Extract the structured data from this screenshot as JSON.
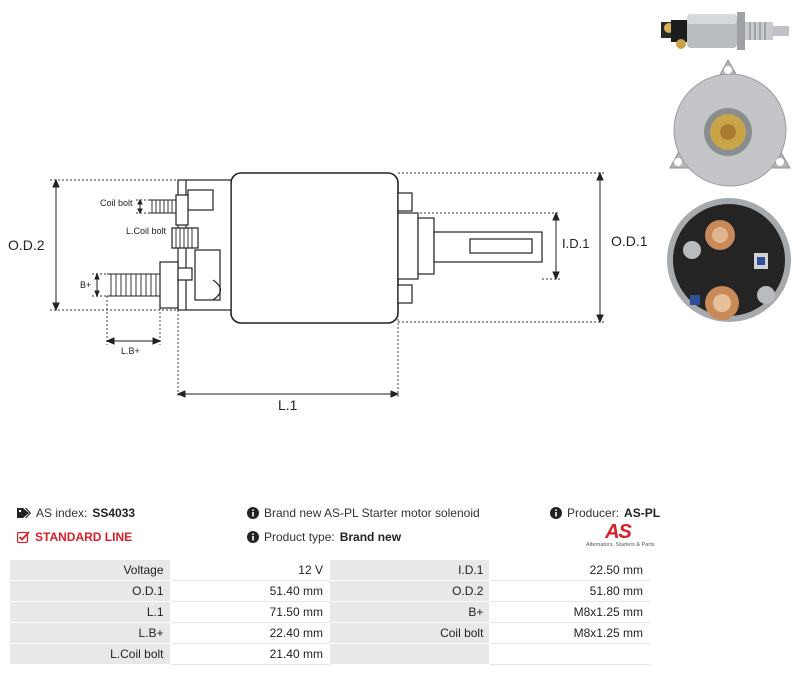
{
  "drawing": {
    "dim_labels": {
      "od2": "O.D.2",
      "od1": "O.D.1",
      "id1": "I.D.1",
      "l1": "L.1",
      "coil_bolt": "Coil bolt",
      "l_coil_bolt": "L.Coil bolt",
      "b_plus": "B+",
      "l_b_plus": "L.B+"
    }
  },
  "info": {
    "as_index_label": "AS index:",
    "as_index_value": "SS4033",
    "line_label": "STANDARD LINE",
    "description": "Brand new AS-PL Starter motor solenoid",
    "product_type_label": "Product type:",
    "product_type_value": "Brand new",
    "producer_label": "Producer:",
    "producer_value": "AS-PL"
  },
  "logo": {
    "mark": "AS",
    "tagline": "Alternators, Starters & Parts",
    "color": "#d8202a"
  },
  "specs": [
    [
      {
        "label": "Voltage",
        "value": "12 V"
      },
      {
        "label": "I.D.1",
        "value": "22.50 mm"
      }
    ],
    [
      {
        "label": "O.D.1",
        "value": "51.40 mm"
      },
      {
        "label": "O.D.2",
        "value": "51.80 mm"
      }
    ],
    [
      {
        "label": "L.1",
        "value": "71.50 mm"
      },
      {
        "label": "B+",
        "value": "M8x1.25 mm"
      }
    ],
    [
      {
        "label": "L.B+",
        "value": "22.40 mm"
      },
      {
        "label": "Coil bolt",
        "value": "M8x1.25 mm"
      }
    ],
    [
      {
        "label": "L.Coil bolt",
        "value": "21.40 mm"
      },
      {
        "label": "",
        "value": ""
      }
    ]
  ],
  "icons": {
    "tag": "tag-icon",
    "check": "checkbox-icon",
    "info": "info-icon"
  }
}
